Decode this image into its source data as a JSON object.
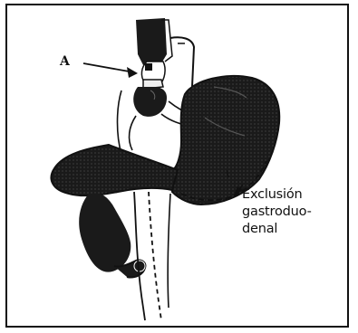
{
  "figure": {
    "marker_label": "A",
    "caption_lines": [
      "Exclusión",
      "gastroduo-",
      "denal"
    ]
  }
}
